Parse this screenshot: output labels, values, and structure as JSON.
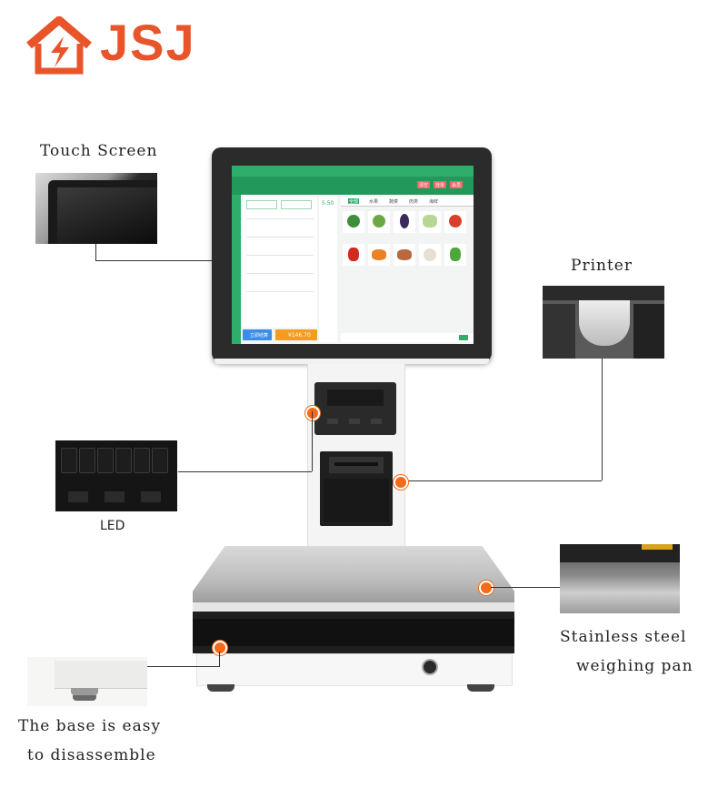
{
  "brand": {
    "name": "JSJ",
    "logo_color": "#e8552b"
  },
  "labels": {
    "touch_screen": "Touch Screen",
    "printer": "Printer",
    "led": "LED",
    "pan_line1": "Stainless steel",
    "pan_line2": "weighing pan",
    "base_line1": "The base is easy",
    "base_line2": "to disassemble"
  },
  "screen": {
    "weight": "5.50",
    "total": "¥146.70",
    "checkout": "立即结算",
    "tabs": [
      "全部",
      "水果",
      "蔬菜",
      "肉类",
      "海鲜"
    ],
    "buttons": [
      "清空",
      "挂单",
      "会员"
    ]
  },
  "accent_color": "#f26a1b",
  "screen_green": "#2fae6b"
}
